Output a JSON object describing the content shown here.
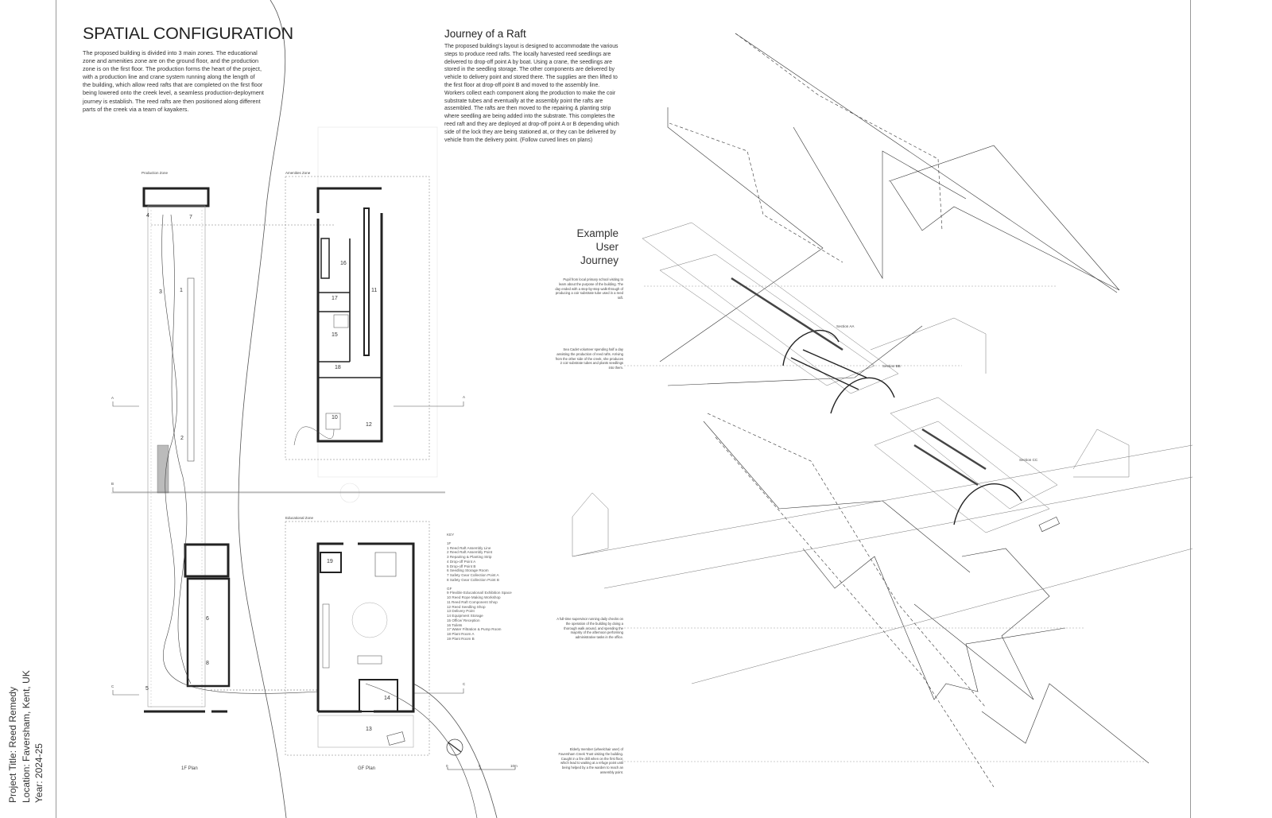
{
  "sheet": {
    "title": "SPATIAL CONFIGURATION",
    "intro": "The proposed building is divided into 3 main zones. The educational zone and amenities zone are on the ground floor, and the production zone is on the first floor. The production forms the heart of the project, with a production line and crane system running along the length of the building, which allow reed rafts that are completed on the first floor being lowered onto the creek level, a seamless production-deployment journey is establish. The reed rafts are then positioned along different parts of the creek via a team of kayakers.",
    "meta": {
      "project": "Project Title: Reed Remedy",
      "location": "Location: Faversham, Kent, UK",
      "year": "Year: 2024-25"
    }
  },
  "raft": {
    "title": "Journey of a Raft",
    "body": "The proposed building's layout is designed to accommodate the various steps to produce reed rafts. The locally harvested reed seedlings are delivered to drop-off point A by boat. Using a crane, the seedlings are stored in the seedling storage. The other components are delivered by vehicle to delivery point and stored there. The supplies are then lifted to the first floor at drop-off point B and moved to the assembly line. Workers collect each component along the production to make the coir substrate tubes and eventually at the assembly point the rafts are assembled. The rafts are then moved to the repairing & planting strip where seedling are being added into the substrate. This completes the reed raft and they are deployed at drop-off point A or B depending which side of the lock they are being stationed at, or they can be delivered by vehicle from the delivery point. (Follow curved lines on plans)"
  },
  "plans": {
    "zones": {
      "production": "Production Zone",
      "amenities": "Amenities Zone",
      "educational": "Educational Zone"
    },
    "first_floor_label": "1F Plan",
    "ground_floor_label": "GF Plan",
    "section_markers": [
      "A",
      "B",
      "C"
    ],
    "rooms_1f": [
      "4",
      "7",
      "3",
      "1",
      "2",
      "6",
      "8",
      "5"
    ],
    "rooms_gf": [
      "16",
      "17",
      "11",
      "15",
      "18",
      "10",
      "12",
      "19",
      "14",
      "13"
    ],
    "scale": [
      "0",
      "5",
      "10m"
    ]
  },
  "key": {
    "title": "KEY",
    "first_floor_heading": "1F",
    "first_floor": [
      "1 Reed Raft Assembly Line",
      "2 Reed Raft Assembly Point",
      "3 Repairing & Planting Strip",
      "4 Drop-off Point A",
      "5 Drop-off Point B",
      "6 Seedling Storage Room",
      "7 Safety Gear Collection Point A",
      "8 Safety Gear Collection Point B"
    ],
    "ground_floor_heading": "GF",
    "ground_floor": [
      "9 Flexible Educational/ Exhibition Space",
      "10 Reed Rope Making Workshop",
      "11 Reed Raft Component Shop",
      "12 Reed Seedling Shop",
      "13 Delivery Point",
      "14 Equipment Storage",
      "15 Office/ Reception",
      "16 Toilets",
      "17 Water Filtration & Pump Room",
      "18 Plant Room A",
      "19 Plant Room B"
    ]
  },
  "user_journey": {
    "title_lines": [
      "Example",
      "User",
      "Journey"
    ],
    "notes": [
      "Pupil from local primary school visiting to learn about the purpose of the building. The day ended with a step-by-step walk-through of producing a coir substrate tube used in a reed raft.",
      "Sea Cadet volunteer spending half a day assisting the production of reed rafts. Arriving from the other side of the creek, she produces 2 coir substrate tubes and plants seedlings into them.",
      "A full-time supervisor running daily checks on the operation of the building by doing a thorough walk around, and spending the majority of the afternoon performing administrative tasks in the office.",
      "Elderly member (wheelchair user) of Faversham Creek Trust visiting the building. Caught in a fire drill when on the first floor, which lead to waiting at a refuge point until being helped by a the warden to reach an assembly point."
    ],
    "sections": [
      "Section AA",
      "Section BB",
      "Section CC"
    ]
  },
  "colors": {
    "line": "#222222",
    "light_line": "#bbbbbb",
    "text": "#333333"
  }
}
